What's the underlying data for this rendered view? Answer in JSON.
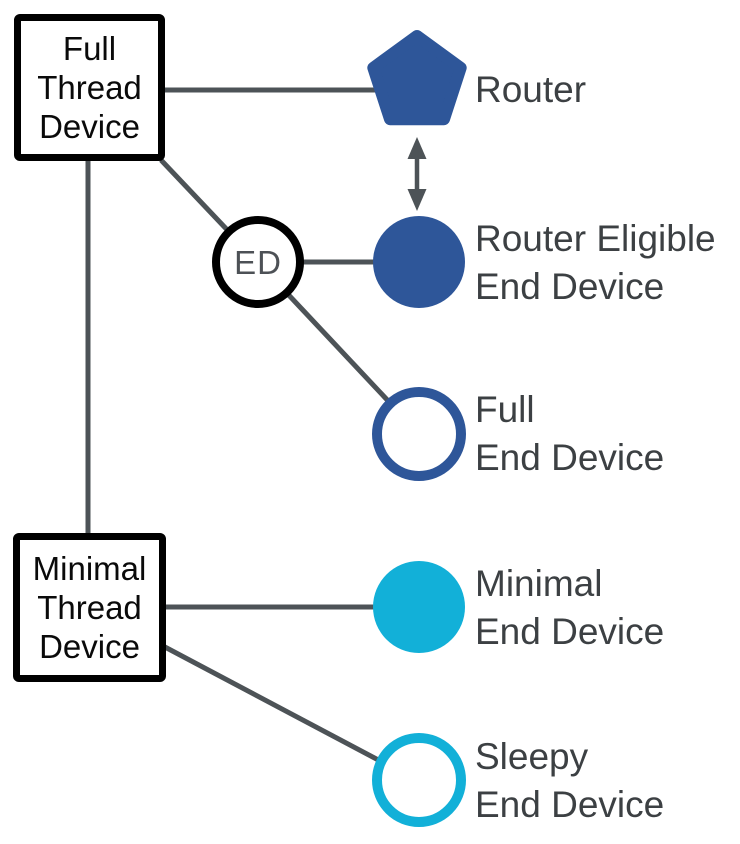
{
  "nodes": {
    "full_thread_device": {
      "lines": [
        "Full",
        "Thread",
        "Device"
      ]
    },
    "minimal_thread_device": {
      "lines": [
        "Minimal",
        "Thread",
        "Device"
      ]
    },
    "ed_junction": {
      "label": "ED"
    },
    "router": {
      "lines": [
        "Router"
      ]
    },
    "router_eligible_end_device": {
      "lines": [
        "Router Eligible",
        "End Device"
      ]
    },
    "full_end_device": {
      "lines": [
        "Full",
        "End Device"
      ]
    },
    "minimal_end_device": {
      "lines": [
        "Minimal",
        "End Device"
      ]
    },
    "sleepy_end_device": {
      "lines": [
        "Sleepy",
        "End Device"
      ]
    }
  },
  "colors": {
    "router_blue": "#2E5699",
    "minimal_cyan": "#12B0D8",
    "edge_gray": "#4D5357",
    "label_gray": "#3C4043",
    "ed_text_gray": "#4D5156",
    "box_border_black": "#000000",
    "background_white": "#FFFFFF"
  }
}
